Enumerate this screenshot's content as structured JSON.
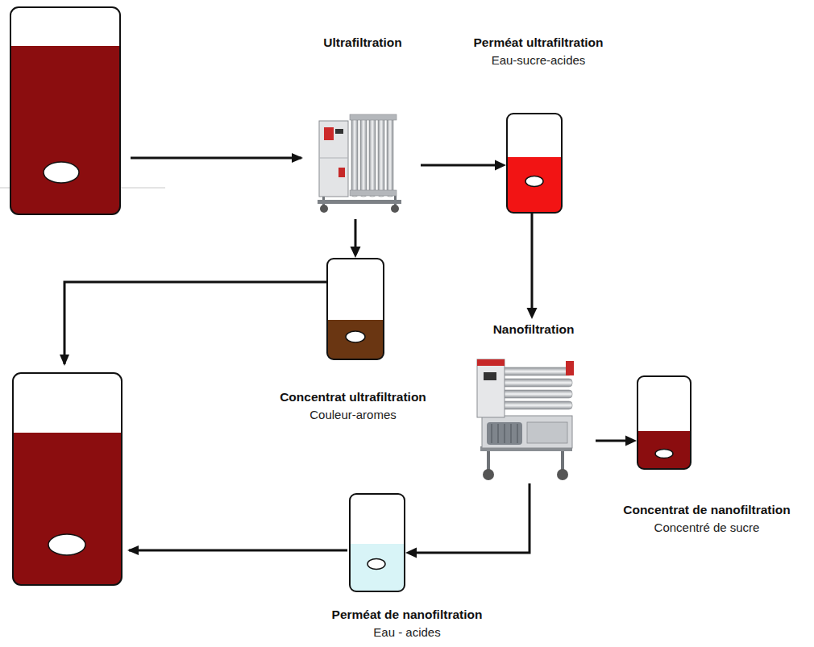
{
  "diagram": {
    "nodes": [
      {
        "text": [
          "Ultrafiltration"
        ]
      },
      {
        "text": [
          "Perméat ultrafiltration",
          "Eau-sucre-acides"
        ]
      },
      {
        "text": [
          "Concentrat ultrafiltration",
          "Couleur-aromes"
        ]
      },
      {
        "text": [
          "Nanofiltration"
        ]
      },
      {
        "text": [
          "Concentrat de nanofiltration",
          "Concentré de sucre"
        ]
      },
      {
        "text": [
          "Perméat de nanofiltration",
          "Eau - acides"
        ]
      }
    ],
    "edges": [
      {
        "from": 0,
        "to": 1,
        "arrow": "to"
      },
      {
        "from": 0,
        "to": 2,
        "arrow": "to"
      },
      {
        "from": 1,
        "to": 3,
        "arrow": "to"
      },
      {
        "from": 3,
        "to": 4,
        "arrow": "to"
      },
      {
        "from": 3,
        "to": 5,
        "arrow": "to"
      }
    ]
  }
}
